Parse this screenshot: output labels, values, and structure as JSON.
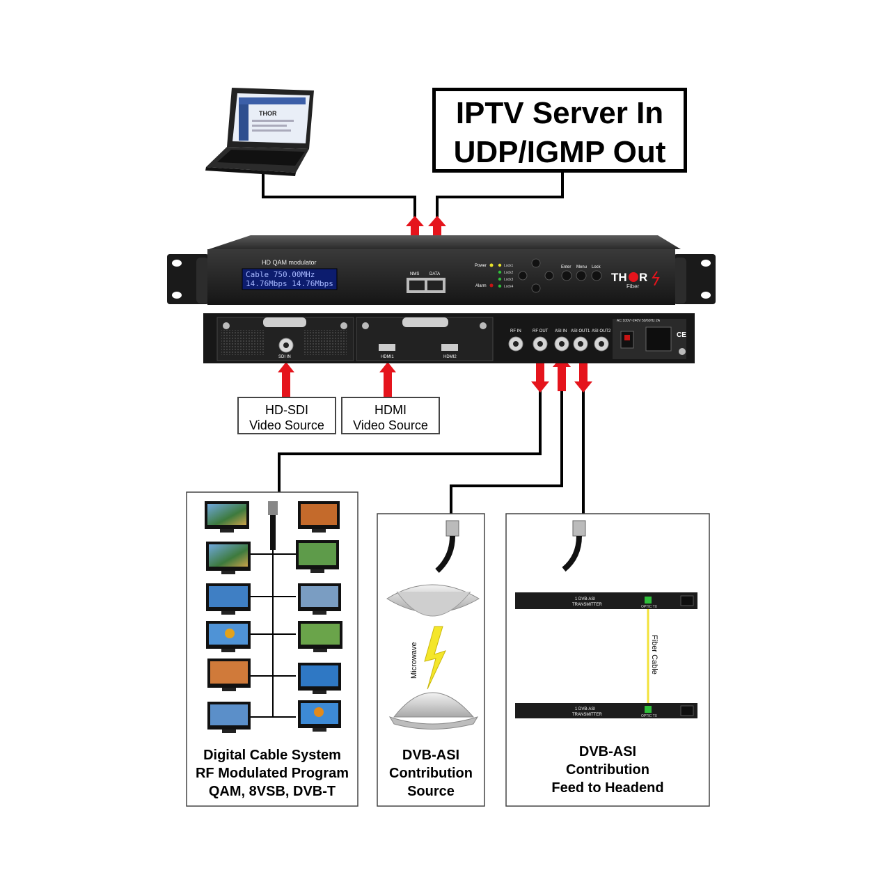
{
  "iptv_box": {
    "line1": "IPTV  Server In",
    "line2": "UDP/IGMP Out"
  },
  "front_panel": {
    "model": "HD QAM modulator",
    "lcd_line1": "Cable    750.00MHz",
    "lcd_line2": "14.76Mbps 14.76Mbps",
    "port_nms": "NMS",
    "port_data": "DATA",
    "led_power": "Power",
    "led_alarm": "Alarm",
    "locks": [
      "Lock1",
      "Lock2",
      "Lock3",
      "Lock4"
    ],
    "buttons": [
      "Enter",
      "Menu",
      "Lock"
    ],
    "brand": "TH",
    "brand_r": "R",
    "brand_sub": "Fiber"
  },
  "rear_panel": {
    "sdi_in": "SDI IN",
    "hdmi1": "HDMI1",
    "hdmi2": "HDMI2",
    "rf_in": "RF IN",
    "rf_out": "RF OUT",
    "asi_in": "ASI IN",
    "asi_out1": "ASI OUT1",
    "asi_out2": "ASI OUT2",
    "power_spec": "AC 100V~240V 50/60Hz 2A",
    "ce": "CE"
  },
  "sources": {
    "hdsdi": {
      "line1": "HD-SDI",
      "line2": "Video Source"
    },
    "hdmi": {
      "line1": "HDMI",
      "line2": "Video Source"
    }
  },
  "panels": {
    "cable": {
      "line1": "Digital Cable System",
      "line2": "RF Modulated Program",
      "line3": "QAM, 8VSB, DVB-T"
    },
    "asi_source": {
      "line1": "DVB-ASI",
      "line2": "Contribution",
      "line3": "Source",
      "microwave": "Microwave"
    },
    "asi_feed": {
      "line1": "DVB-ASI",
      "line2": "Contribution",
      "line3": "Feed to Headend",
      "fiber": "Fiber Cable",
      "unit_label": "1 DVB-ASI",
      "unit_sub": "TRANSMITTER",
      "unit_port": "OPTIC TX"
    }
  },
  "laptop": {
    "screen_brand": "THOR"
  },
  "colors": {
    "arrow": "#e5141c",
    "line": "#000000",
    "device": "#1b1b1b",
    "fiber": "#f2e23a"
  }
}
